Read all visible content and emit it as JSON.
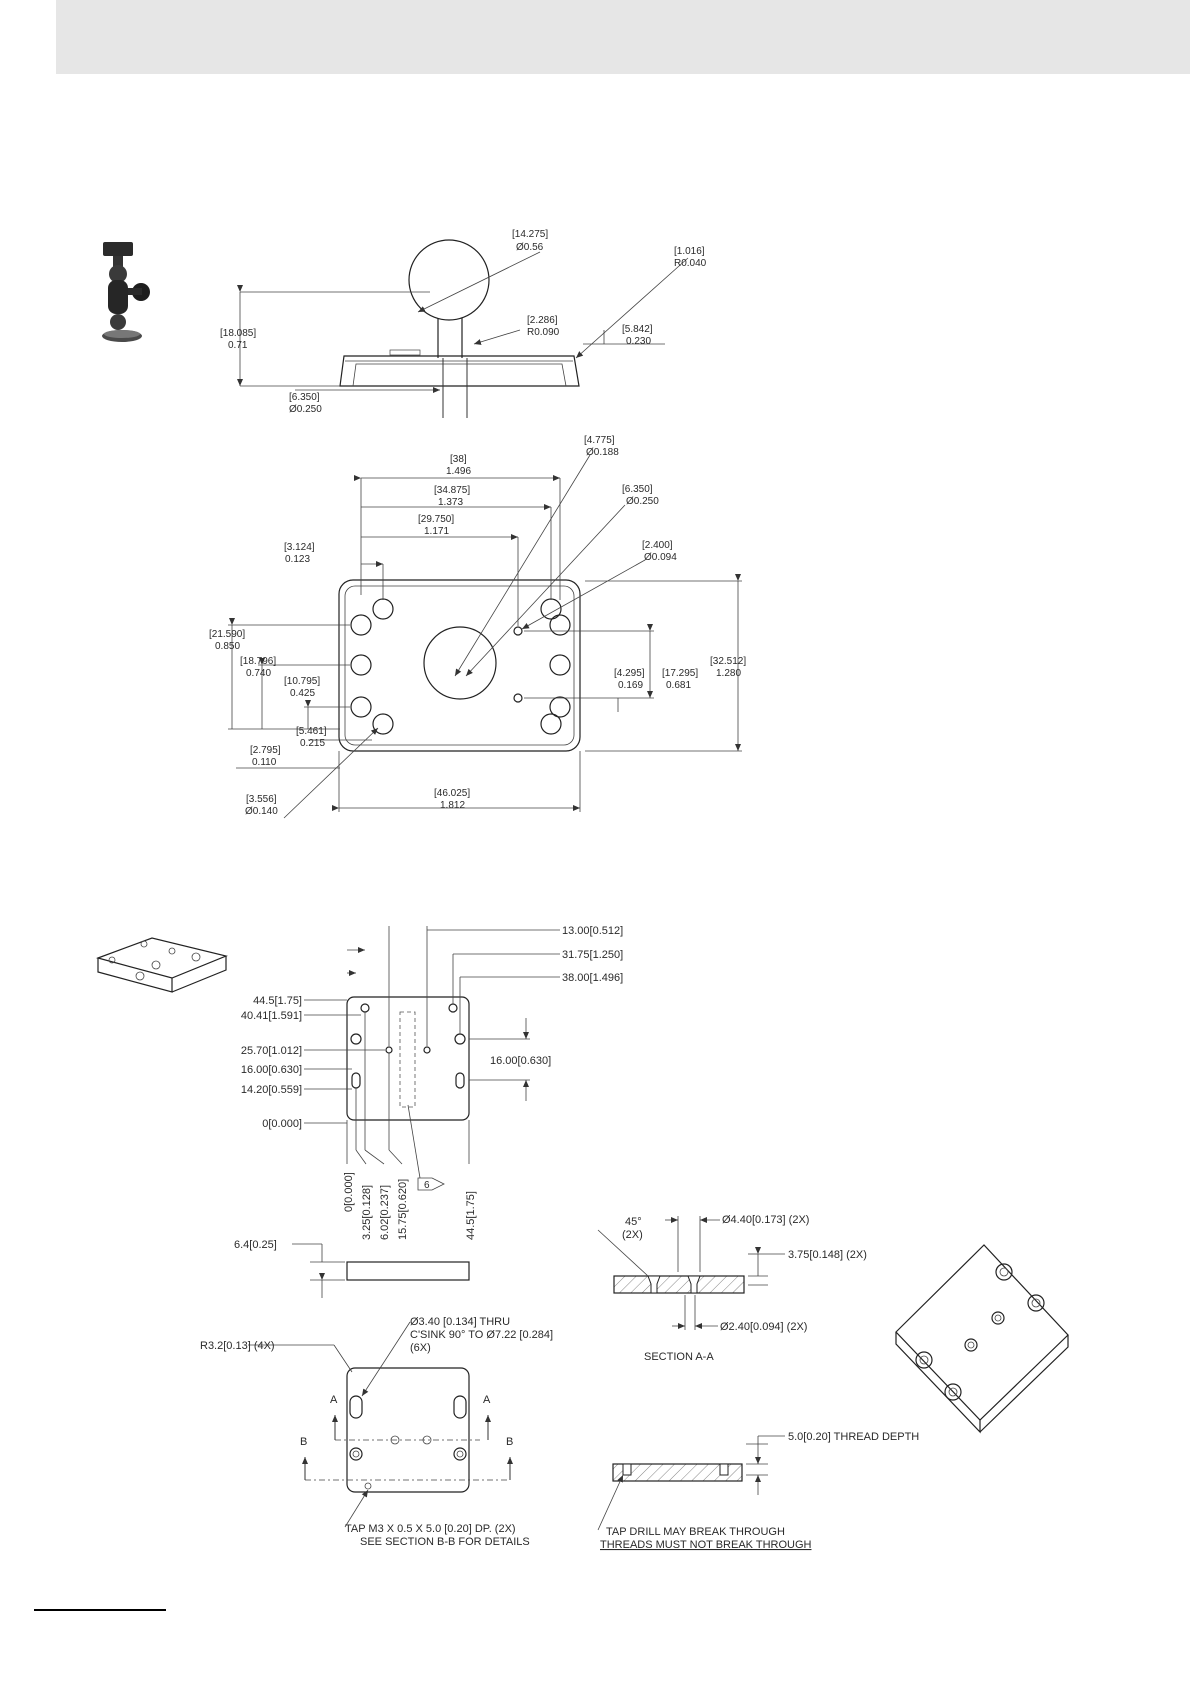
{
  "ball_mount_side": {
    "ball_dia": [
      "[14.275]",
      "Ø0.56"
    ],
    "edge_radius": [
      "[1.016]",
      "R0.040"
    ],
    "overall_height": [
      "[18.085]",
      "0.71"
    ],
    "neck_radius": [
      "[2.286]",
      "R0.090"
    ],
    "base_thickness": [
      "[5.842]",
      "0.230"
    ],
    "neck_dia": [
      "[6.350]",
      "Ø0.250"
    ]
  },
  "ball_mount_plan": {
    "width_38": [
      "[38]",
      "1.496"
    ],
    "hole_dia_4775": [
      "[4.775]",
      "Ø0.188"
    ],
    "span_34875": [
      "[34.875]",
      "1.373"
    ],
    "hole_dia_6350": [
      "[6.350]",
      "Ø0.250"
    ],
    "span_29750": [
      "[29.750]",
      "1.171"
    ],
    "hole_dia_2400": [
      "[2.400]",
      "Ø0.094"
    ],
    "off_3124": [
      "[3.124]",
      "0.123"
    ],
    "h_21590": [
      "[21.590]",
      "0.850"
    ],
    "h_18796": [
      "[18.796]",
      "0.740"
    ],
    "h_10795": [
      "[10.795]",
      "0.425"
    ],
    "h_5461": [
      "[5.461]",
      "0.215"
    ],
    "h_2795": [
      "[2.795]",
      "0.110"
    ],
    "h_4295": [
      "[4.295]",
      "0.169"
    ],
    "h_17295": [
      "[17.295]",
      "0.681"
    ],
    "h_32512": [
      "[32.512]",
      "1.280"
    ],
    "hole_dia_3556": [
      "[3.556]",
      "Ø0.140"
    ],
    "width_46025": [
      "[46.025]",
      "1.812"
    ]
  },
  "plate": {
    "top_dims": [
      "13.00[0.512]",
      "31.75[1.250]",
      "38.00[1.496]"
    ],
    "left_dims": [
      "44.5[1.75]",
      "40.41[1.591]",
      "25.70[1.012]",
      "16.00[0.630]",
      "14.20[0.559]",
      "0[0.000]"
    ],
    "right_dim": "16.00[0.630]",
    "bottom_dims": [
      "0[0.000]",
      "3.25[0.128]",
      "6.02[0.237]",
      "15.75[0.620]",
      "44.5[1.75]"
    ],
    "note_tag": "6",
    "thickness": "6.4[0.25]",
    "corner_radius": "R3.2[0.13] (4X)",
    "thru_hole_note": [
      "Ø3.40 [0.134] THRU",
      "C'SINK 90° TO Ø7.22 [0.284]",
      "(6X)"
    ],
    "section_letters": [
      "A",
      "A",
      "B",
      "B"
    ],
    "tap_note": [
      "TAP M3 X 0.5 X 5.0 [0.20] DP. (2X)",
      "SEE SECTION B-B FOR DETAILS"
    ],
    "section_aa": {
      "angle": [
        "45°",
        "(2X)"
      ],
      "cs_dia": "Ø4.40[0.173] (2X)",
      "depth": "3.75[0.148] (2X)",
      "hole_dia": "Ø2.40[0.094] (2X)",
      "label": "SECTION A-A"
    },
    "section_bb": {
      "thread_depth": "5.0[0.20] THREAD DEPTH",
      "note": [
        "TAP DRILL MAY BREAK THROUGH",
        "THREADS MUST NOT BREAK THROUGH"
      ]
    }
  }
}
